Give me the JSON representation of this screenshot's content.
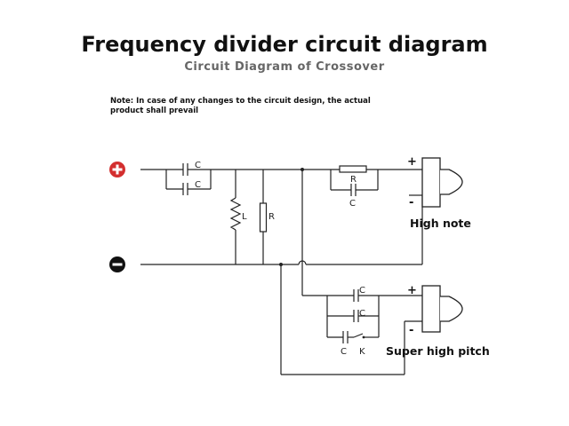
{
  "header": {
    "title": "Frequency divider circuit diagram",
    "subtitle": "Circuit Diagram of Crossover"
  },
  "note": {
    "line1": "Note: In case of any changes to the circuit design, the actual",
    "line2": "product shall prevail"
  },
  "components": {
    "c1": "C",
    "c2": "C",
    "r_series": "R",
    "c_series": "C",
    "inductor": "L",
    "resistor": "R",
    "c3": "C",
    "c4": "C",
    "c5": "C",
    "switch": "K"
  },
  "speakers": {
    "high_note": {
      "label": "High note",
      "plus": "+",
      "minus": "-"
    },
    "super_high": {
      "label": "Super high pitch",
      "plus": "+",
      "minus": "-"
    }
  },
  "colors": {
    "positive": "#d32f2f",
    "negative": "#111111"
  },
  "icons": {
    "positive": "plus-circle-icon",
    "negative": "minus-circle-icon"
  }
}
